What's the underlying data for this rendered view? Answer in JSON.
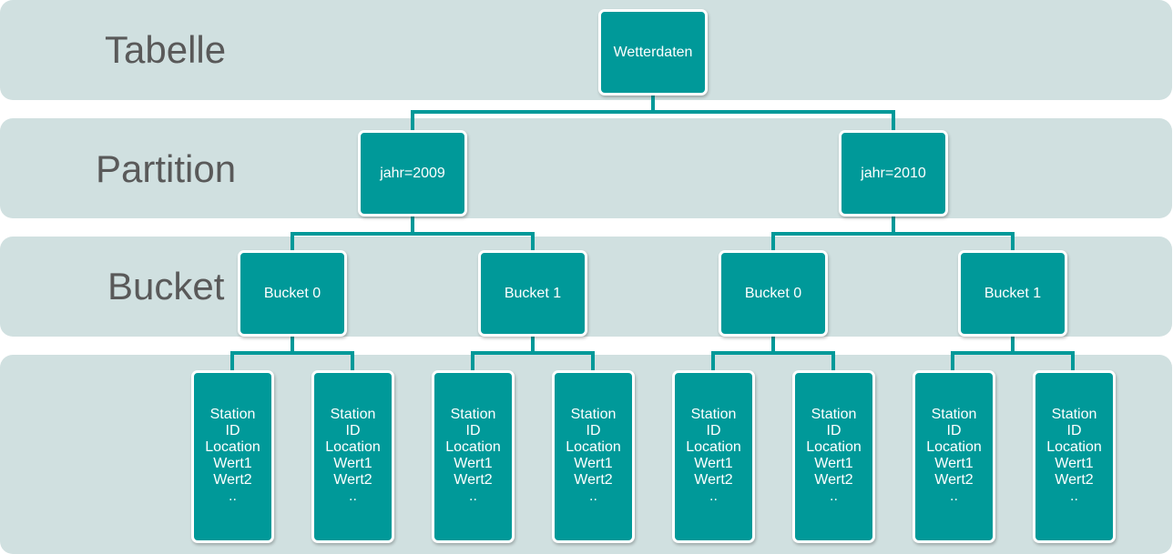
{
  "colors": {
    "band": "#d0e0e0",
    "box": "#009999",
    "connector": "#009999",
    "label": "#595959"
  },
  "levels": {
    "table": "Tabelle",
    "partition": "Partition",
    "bucket": "Bucket"
  },
  "nodes": {
    "root": "Wetterdaten",
    "partitions": [
      "jahr=2009",
      "jahr=2010"
    ],
    "buckets": [
      "Bucket 0",
      "Bucket 1",
      "Bucket 0",
      "Bucket 1"
    ],
    "leaf_lines": [
      "Station",
      "ID",
      "Location",
      "Wert1",
      "Wert2",
      ".."
    ]
  }
}
